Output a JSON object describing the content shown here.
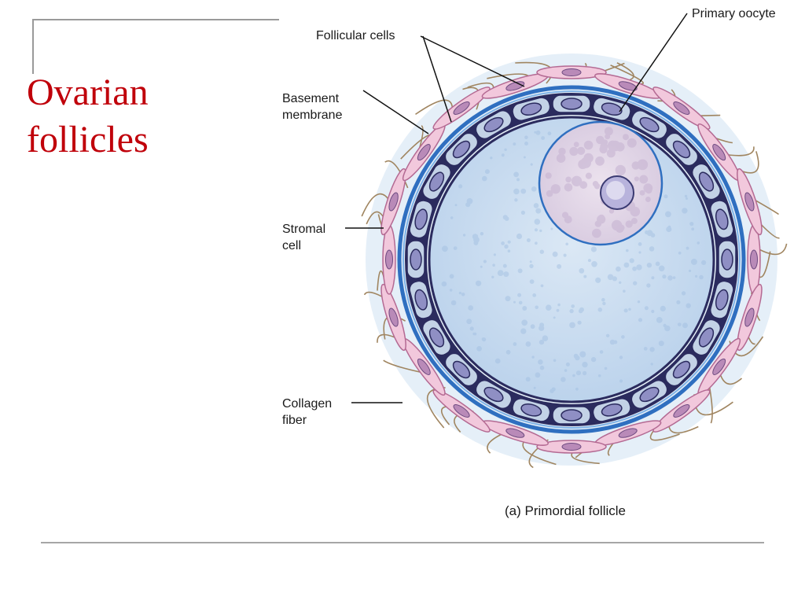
{
  "slide": {
    "title_lines": [
      "Ovarian",
      "follicles"
    ]
  },
  "figure": {
    "caption": "(a) Primordial follicle",
    "labels": {
      "primary_oocyte": "Primary oocyte",
      "follicular_cells": "Follicular cells",
      "basement_membrane": [
        "Basement",
        "membrane"
      ],
      "stromal_cell": [
        "Stromal",
        "cell"
      ],
      "collagen_fiber": [
        "Collagen",
        "fiber"
      ]
    }
  },
  "colors": {
    "title": "#c0000a",
    "frame_lines": "#9a9a9a",
    "oocyte_cytoplasm": "#c9dcef",
    "nucleus": "#e4d8e8",
    "follicular_cell": "#c3d2e6",
    "follicular_nucleus": "#8f8fc4",
    "basement_membrane": "#2f6fc0",
    "stromal_cell": "#f2c8dc",
    "collagen": "#a08560"
  }
}
